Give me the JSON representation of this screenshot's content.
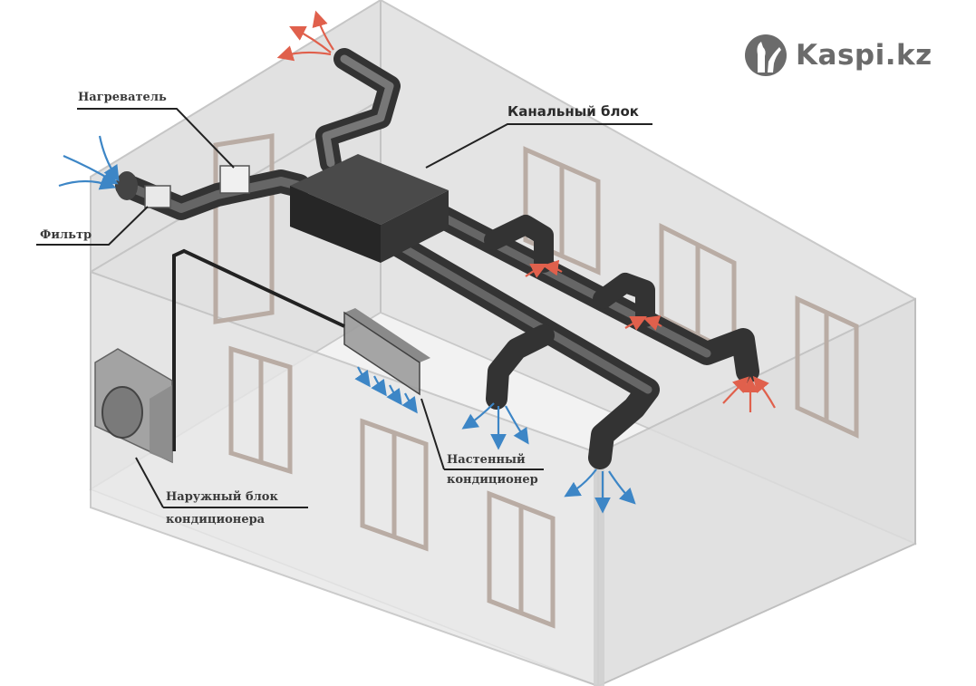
{
  "title": "Ventilation and air conditioning scheme",
  "watermark": {
    "text": "Kaspi.kz",
    "color": "#6b6b6b"
  },
  "labels": {
    "heater": "Нагреватель",
    "filter": "Фильтр",
    "duct_unit": "Канальный блок",
    "wall_ac_line1": "Настенный",
    "wall_ac_line2": "кондиционер",
    "outdoor_unit_line1": "Наружный блок",
    "outdoor_unit_line2": "кондиционера"
  },
  "colors": {
    "supply_air": "#3d86c6",
    "exhaust_air": "#e0604c",
    "duct": "#3c3c3c",
    "wall": "#d9d9d9",
    "floor": "#eeeeee",
    "window_frame": "#b9aca4"
  }
}
